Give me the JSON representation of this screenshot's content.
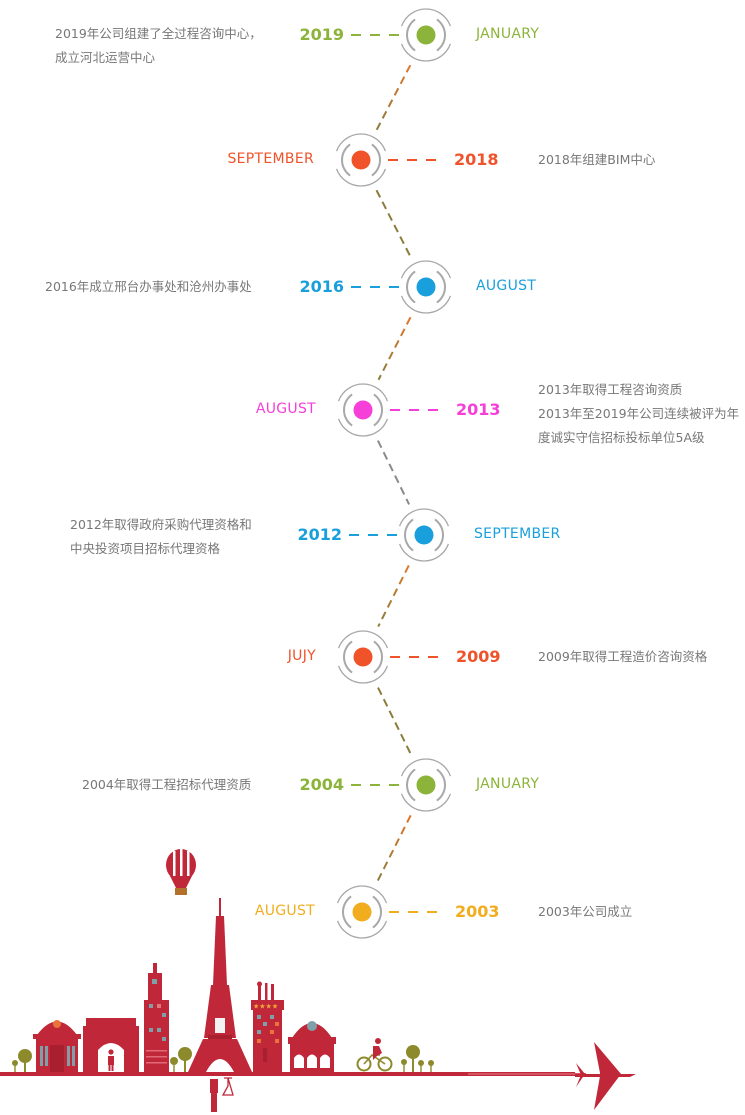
{
  "timeline": {
    "events": [
      {
        "year": "2019",
        "month": "JANUARY",
        "color": "#8cb43a",
        "side": "year-left",
        "description": [
          "2019年公司组建了全过程咨询中心，",
          "成立河北运营中心"
        ]
      },
      {
        "year": "2018",
        "month": "SEPTEMBER",
        "color": "#f0532a",
        "side": "year-right",
        "description": [
          "2018年组建BIM中心"
        ]
      },
      {
        "year": "2016",
        "month": "AUGUST",
        "color": "#1a9fdd",
        "side": "year-left",
        "description": [
          "2016年成立邢台办事处和沧州办事处"
        ]
      },
      {
        "year": "2013",
        "month": "AUGUST",
        "color": "#f53fd8",
        "side": "year-right",
        "description": [
          "2013年取得工程咨询资质",
          "2013年至2019年公司连续被评为年",
          "度诚实守信招标投标单位5A级"
        ]
      },
      {
        "year": "2012",
        "month": "SEPTEMBER",
        "color": "#1a9fdd",
        "side": "year-left",
        "description": [
          "2012年取得政府采购代理资格和",
          "中央投资项目招标代理资格"
        ]
      },
      {
        "year": "2009",
        "month": "JUJY",
        "color": "#f0532a",
        "side": "year-right",
        "description": [
          "2009年取得工程造价咨询资格"
        ]
      },
      {
        "year": "2004",
        "month": "JANUARY",
        "color": "#8cb43a",
        "side": "year-left",
        "description": [
          "2004年取得工程招标代理资质"
        ]
      },
      {
        "year": "2003",
        "month": "AUGUST",
        "color": "#f2ad1e",
        "side": "year-right",
        "description": [
          "2003年公司成立"
        ]
      }
    ]
  },
  "colors": {
    "ring": "#a8a8a8",
    "connector_a": "#8a7d3c",
    "connector_b": "#e0772f",
    "connector_gray": "#8a8a8a",
    "skyline_red": "#c0283a",
    "tree_olive": "#8d8a2c"
  },
  "illustration": {
    "label": "city-skyline-illustration"
  }
}
